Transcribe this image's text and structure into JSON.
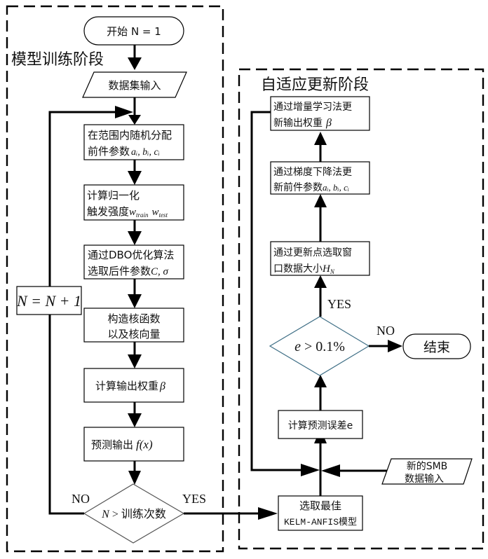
{
  "regions": {
    "training": {
      "label": "模型训练阶段"
    },
    "adaptive": {
      "label": "自适应更新阶段"
    }
  },
  "training_nodes": {
    "start": {
      "label": "开始 N = 1"
    },
    "data_input": {
      "label": "数据集输入"
    },
    "assign_params": {
      "line1": "在范围内随机分配",
      "line2": "前件参数",
      "math": "aᵢ, bᵢ, cᵢ"
    },
    "normalize": {
      "line1": "计算归一化",
      "line2": "触发强度",
      "math1": "w",
      "sub1": "train",
      "math2": "w",
      "sub2": "test"
    },
    "dbo": {
      "line1": "通过DBO优化算法",
      "line2": "选取后件参数",
      "math": "C, σ"
    },
    "kernel": {
      "line1": "构造核函数",
      "line2": "以及核向量"
    },
    "weights": {
      "label": "计算输出权重",
      "math": "β"
    },
    "predict": {
      "label": "预测输出",
      "math": "f(x)"
    },
    "decision": {
      "math": "N",
      "label": " > 训练次数",
      "yes": "YES",
      "no": "NO"
    },
    "increment": {
      "label": "N = N + 1"
    }
  },
  "adaptive_nodes": {
    "select_best": {
      "line1": "选取最佳",
      "line2": "KELM-ANFIS模型"
    },
    "new_data": {
      "line1": "新的SMB",
      "line2": "数据输入"
    },
    "calc_error": {
      "label": "计算预测误差e"
    },
    "decision": {
      "label": "e > 0.1%",
      "yes": "YES",
      "no": "NO"
    },
    "end": {
      "label": "结束"
    },
    "window": {
      "line1": "通过更新点选取窗",
      "line2": "口数据大小",
      "math": "H",
      "sub": "N"
    },
    "gradient": {
      "line1": "通过梯度下降法更",
      "line2": "新前件参数",
      "math": "aᵢ, bᵢ, cᵢ"
    },
    "incremental": {
      "line1": "通过增量学习法更",
      "line2": "新输出权重",
      "math": "β"
    }
  },
  "colors": {
    "line": "#000000",
    "decision_adaptive_border": "#3f6f86"
  }
}
